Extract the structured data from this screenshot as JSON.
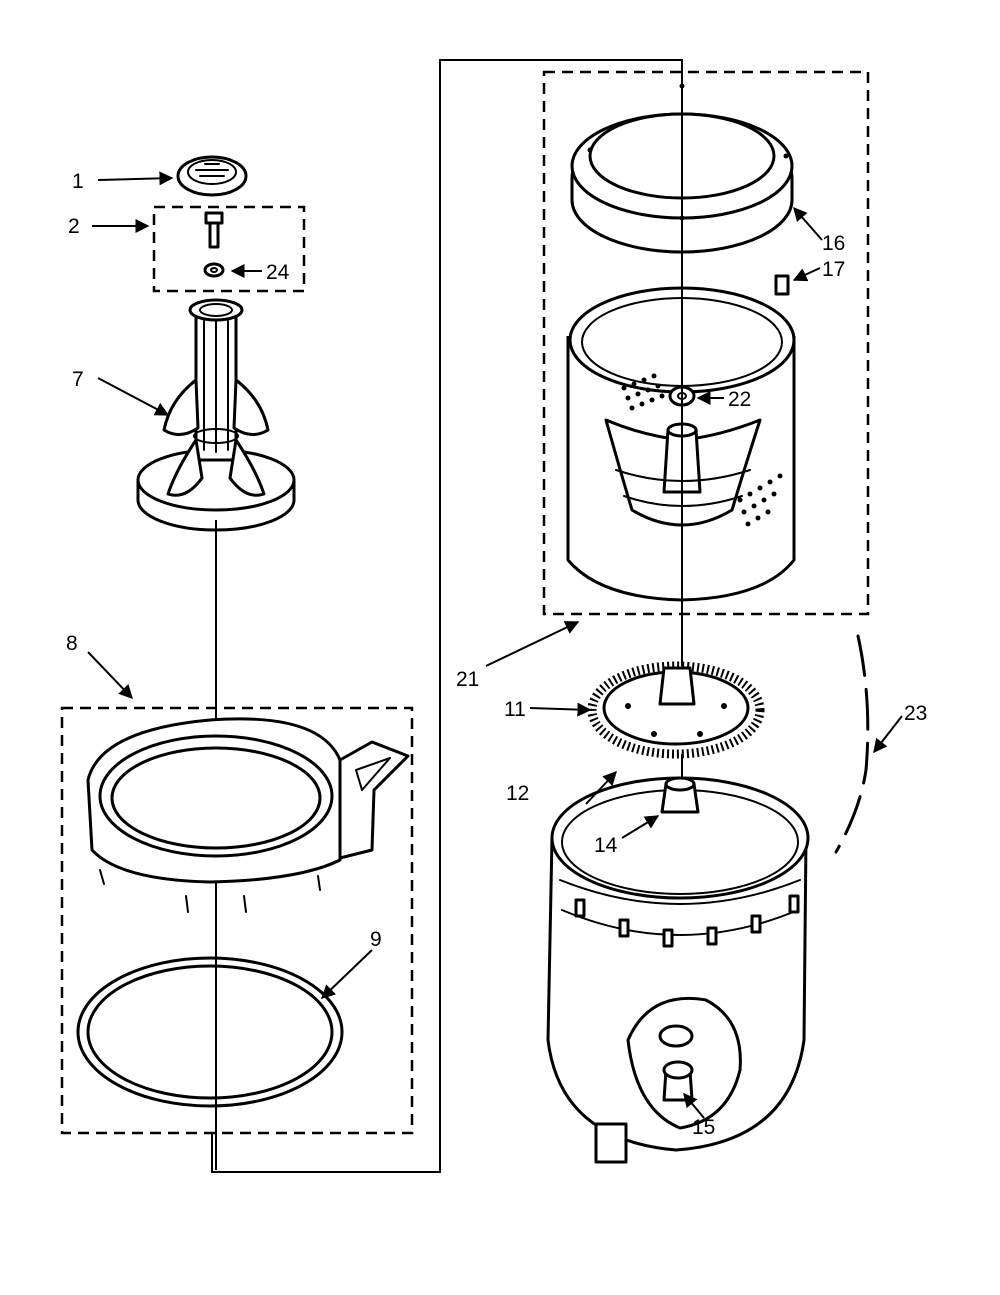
{
  "labels": {
    "p1": "1",
    "p2": "2",
    "p24": "24",
    "p7": "7",
    "p8": "8",
    "p9": "9",
    "p16": "16",
    "p17": "17",
    "p22": "22",
    "p21": "21",
    "p11": "11",
    "p12": "12",
    "p14": "14",
    "p23": "23",
    "p15": "15"
  },
  "colors": {
    "ink": "#000000",
    "paper": "#ffffff"
  }
}
